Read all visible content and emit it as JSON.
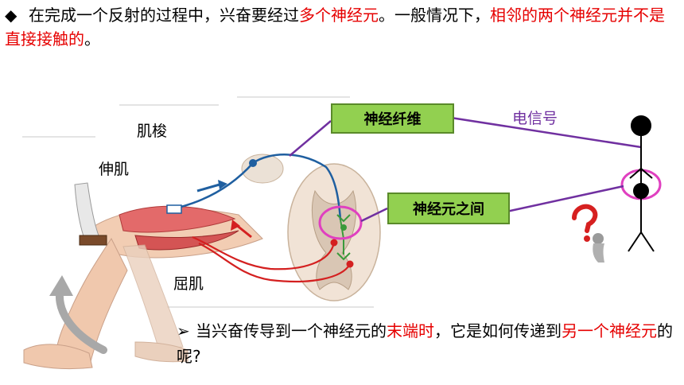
{
  "intro": {
    "bullet": "◆",
    "part1": "在完成一个反射的过程中，兴奋要经过",
    "red1": "多个神经元",
    "part2": "。一般情况下，",
    "red2": "相邻的两个神经元并不是直接接触的",
    "part3": "。"
  },
  "labels": {
    "muscle_spindle": "肌梭",
    "extensor": "伸肌",
    "flexor": "屈肌",
    "nerve_fiber": "神经纤维",
    "between_neurons": "神经元之间",
    "electric_signal": "电信号"
  },
  "question": {
    "arrow": "➢",
    "part1": "当兴奋传导到一个神经元的",
    "red1": "末端时",
    "part2": "，它是如何传递到",
    "red2": "另一个神经元",
    "part3": "的呢?"
  },
  "colors": {
    "highlight_red": "#e60000",
    "label_green": "#92d050",
    "connector_purple": "#7030a0",
    "circle_magenta": "#e040c0",
    "sensory_blue": "#1f5fa0",
    "motor_red": "#d42020"
  },
  "icons": {
    "question_figure": "thinking-figure-question-mark",
    "stick_figure": "stick-figure"
  }
}
